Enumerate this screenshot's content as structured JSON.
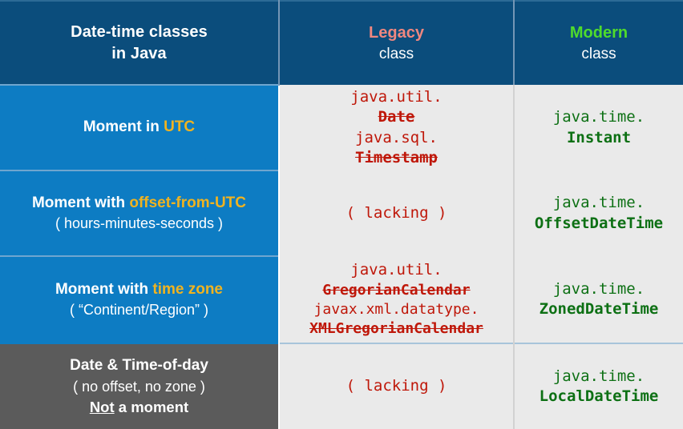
{
  "header": {
    "desc": {
      "line1": "Date-time classes",
      "line2": "in Java"
    },
    "legacy": {
      "title": "Legacy",
      "subtitle": "class",
      "title_color": "#f0877f"
    },
    "modern": {
      "title": "Modern",
      "subtitle": "class",
      "title_color": "#4fdc2b"
    }
  },
  "colors": {
    "header_bg": "#0b4d7c",
    "desc_bg": "#0d7cc3",
    "desc_bg_gray": "#5b5b5b",
    "code_bg": "#eaeaea",
    "legacy_text": "#bf1709",
    "modern_text": "#0d7014",
    "highlight_gold": "#f0b320",
    "divider": "#a8c4da"
  },
  "rows": [
    {
      "desc": {
        "line1_pre": "Moment in ",
        "line1_hl": "UTC",
        "line1_post": "",
        "line2": "",
        "line3": ""
      },
      "legacy": [
        {
          "pkg": "java.util.",
          "cls": "Date",
          "struck": true
        },
        {
          "pkg": "java.sql.",
          "cls": "Timestamp",
          "struck": true
        }
      ],
      "legacy_lacking": "",
      "modern": {
        "pkg": "java.time.",
        "cls": "Instant"
      }
    },
    {
      "desc": {
        "line1_pre": "Moment with ",
        "line1_hl": "offset-from-UTC",
        "line1_post": "",
        "line2": "( hours-minutes-seconds )",
        "line3": ""
      },
      "legacy": [],
      "legacy_lacking": "( lacking )",
      "modern": {
        "pkg": "java.time.",
        "cls": "OffsetDateTime"
      }
    },
    {
      "desc": {
        "line1_pre": "Moment with ",
        "line1_hl": "time zone",
        "line1_post": "",
        "line2": "( “Continent/Region” )",
        "line3": ""
      },
      "legacy": [
        {
          "pkg": "java.util.",
          "cls": "GregorianCalendar",
          "struck": true
        },
        {
          "pkg": "javax.xml.datatype.",
          "cls": "XMLGregorianCalendar",
          "struck": true
        }
      ],
      "legacy_lacking": "",
      "modern": {
        "pkg": "java.time.",
        "cls": "ZonedDateTime"
      }
    },
    {
      "desc": {
        "line1_pre": "Date & Time-of-day",
        "line1_hl": "",
        "line1_post": "",
        "line2": "( no offset, no zone )",
        "line3_underlined": "Not",
        "line3_rest": " a moment"
      },
      "legacy": [],
      "legacy_lacking": "( lacking )",
      "modern": {
        "pkg": "java.time.",
        "cls": "LocalDateTime"
      }
    }
  ]
}
